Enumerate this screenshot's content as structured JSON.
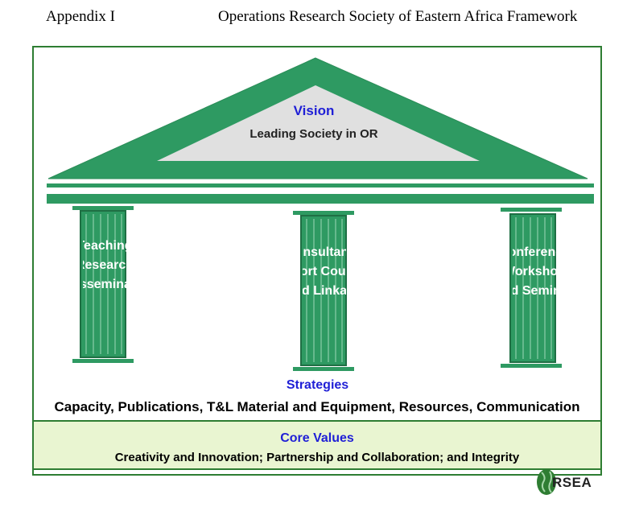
{
  "header": {
    "left": "Appendix I",
    "right": "Operations Research Society of Eastern Africa Framework"
  },
  "vision": {
    "title": "Vision",
    "text": "Leading Society in OR"
  },
  "pillars": [
    {
      "lines": [
        "Teaching",
        "Research",
        "Disseminate"
      ]
    },
    {
      "lines": [
        "Consultancy",
        "Short Course",
        "and Linkage"
      ]
    },
    {
      "lines": [
        "Conference",
        "Workshop",
        "and Seminar"
      ]
    }
  ],
  "strategies": {
    "title": "Strategies",
    "text": "Capacity, Publications, T&L Material and Equipment, Resources, Communication"
  },
  "core_values": {
    "title": "Core Values",
    "text": "Creativity and Innovation; Partnership and Collaboration; and Integrity"
  },
  "logo": {
    "text": "RSEA"
  },
  "colors": {
    "green": "#2e9a62",
    "dark_green": "#1f6f44",
    "light_gray": "#e0e0e0",
    "blue_text": "#1f1fd6",
    "core_bg": "#e9f5d1"
  }
}
